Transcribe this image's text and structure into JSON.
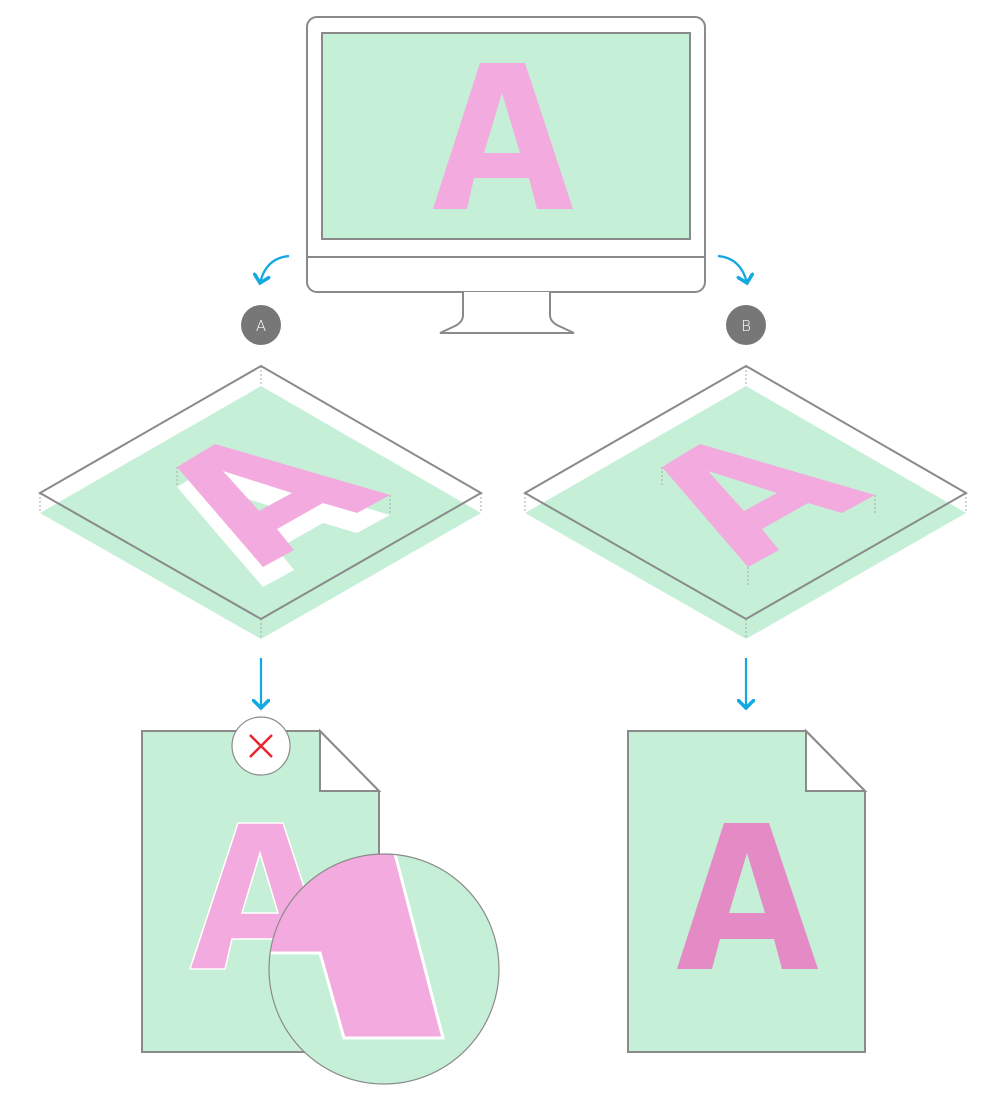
{
  "diagram": {
    "description": "Rendering of letter A on screen vs. export to document: option A with offset shadow causes error, option B flat export succeeds",
    "monitor": {
      "screen_letter": "A"
    },
    "paths": [
      {
        "label": "A",
        "result": "error",
        "result_icon": "x-icon",
        "doc_letter": "A"
      },
      {
        "label": "B",
        "result": "ok",
        "doc_letter": "A"
      }
    ],
    "colors": {
      "green": "#c6efd7",
      "pink": "#f3aade",
      "pink_dark": "#e48ac5",
      "outline": "#8a8a8a",
      "arrow": "#12a8e0",
      "badge": "#777777",
      "error": "#e8262e"
    }
  }
}
